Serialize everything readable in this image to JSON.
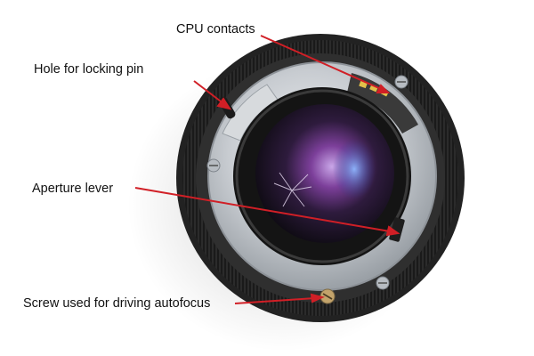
{
  "labels": {
    "cpu_contacts": "CPU contacts",
    "locking_pin_hole": "Hole for locking pin",
    "aperture_lever": "Aperture lever",
    "af_screw": "Screw used for driving autofocus"
  },
  "colors": {
    "arrow": "#d11f26",
    "background": "#ffffff",
    "lens_barrel": "#2a2a2a",
    "mount_metal": "#c9ccd0",
    "glass": "#5b2a6e"
  }
}
